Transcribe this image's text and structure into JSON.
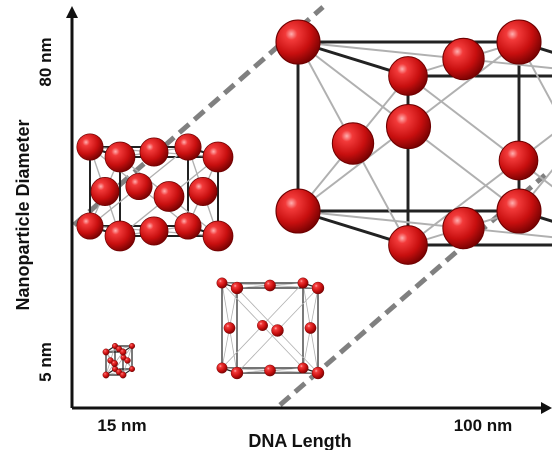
{
  "axes": {
    "x_label": "DNA Length",
    "y_label": "Nanoparticle Diameter",
    "x_ticks": [
      "15 nm",
      "100 nm"
    ],
    "y_ticks": [
      "5 nm",
      "80 nm"
    ]
  },
  "crystals": [
    {
      "id": "tiny",
      "lattice": "face-centered cubic",
      "particle_color": "#cc1a1a"
    },
    {
      "id": "small",
      "lattice": "face-centered cubic",
      "particle_color": "#cc1a1a"
    },
    {
      "id": "medium",
      "lattice": "face-centered cubic",
      "particle_color": "#cc1a1a"
    },
    {
      "id": "large",
      "lattice": "face-centered cubic",
      "particle_color": "#cc1a1a"
    }
  ],
  "colors": {
    "axis": "#111111",
    "dashed_guides": "#808080",
    "particle_dark": "#6e0000",
    "particle_mid": "#d41414",
    "particle_highlight": "#ffb0b0",
    "lattice_edge_front": "#222222",
    "lattice_edge_back": "#b0b0b0"
  }
}
